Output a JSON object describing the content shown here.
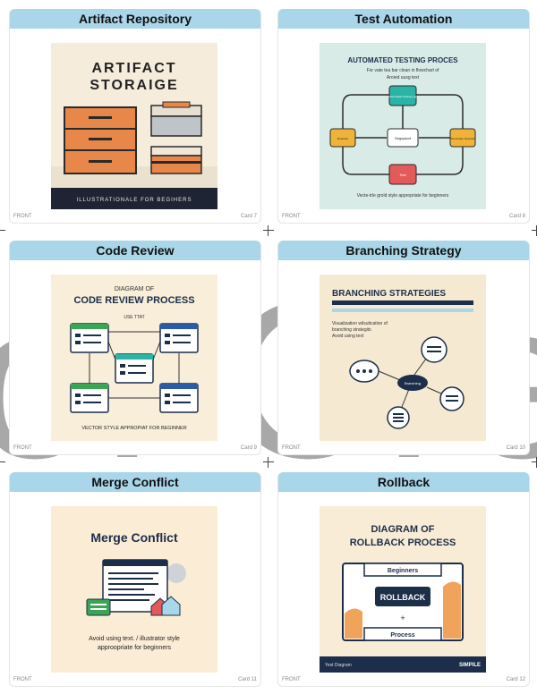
{
  "cards": [
    {
      "title": "Artifact Repository",
      "front": "FRONT",
      "number": "Card 7",
      "illus": {
        "headline1": "ARTIFACT",
        "headline2": "STORAIGE",
        "caption": "ILLUSTRATIONALE FOR BEGIHERS"
      }
    },
    {
      "title": "Test Automation",
      "front": "FRONT",
      "number": "Card 8",
      "illus": {
        "headline": "AUTOMATED TESTING PROCES",
        "sub1": "For vate tea bar clean in flowchart of",
        "sub2": "Aroied uusg text",
        "node_top": "Automated Testing Log",
        "node_center": "Segoplpot",
        "node_left": "Roperiau",
        "node_right": "Summaian Nessolet",
        "node_bottom": "Test",
        "caption": "Vecte-trle grold style appropriate for beginners"
      }
    },
    {
      "title": "Code Review",
      "front": "FRONT",
      "number": "Card 9",
      "illus": {
        "headline1": "DIAGRAM OF",
        "headline2": "CODE REVIEW PROCESS",
        "note": "USE TTAT",
        "caption": "VECTOR STYLE APPROPIAT FOR BEGINNER"
      }
    },
    {
      "title": "Branching Strategy",
      "front": "FRONT",
      "number": "Card 10",
      "illus": {
        "headline": "BRANCHING STRATEGIES",
        "sub1": "Visualization wilsutication of",
        "sub2": "branching strategits",
        "sub3": "Avoid using text",
        "node": "Branching"
      }
    },
    {
      "title": "Merge Conflict",
      "front": "FRONT",
      "number": "Card 11",
      "illus": {
        "headline": "Merge Conflict",
        "caption1": "Avoid using text. / illustrator style",
        "caption2": "approopriate for beginners"
      }
    },
    {
      "title": "Rollback",
      "front": "FRONT",
      "number": "Card 12",
      "illus": {
        "headline1": "DIAGRAM OF",
        "headline2": "ROLLBACK PROCESS",
        "box_top": "Beginners",
        "center": "ROLLBACK",
        "box_bottom": "Process",
        "footer_left": "Yest Diagram",
        "footer_right": "SIMPILE"
      }
    }
  ],
  "watermark": "of Cre",
  "colors": {
    "title_bar": "#a9d6e8",
    "illus_bg": "#faecd6",
    "accent_orange": "#e8874a",
    "teal": "#2bb3a6",
    "navy": "#1c2e4a"
  }
}
